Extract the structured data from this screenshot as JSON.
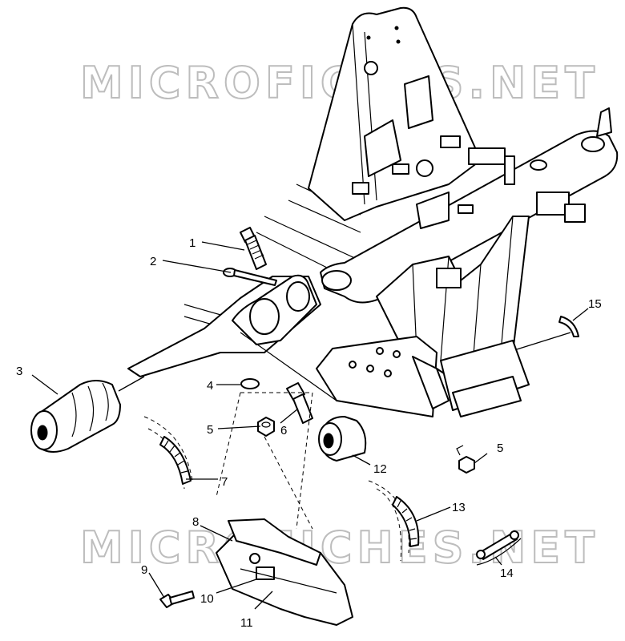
{
  "watermark": {
    "text": "MICROFICHES.NET"
  },
  "callouts": [
    {
      "id": "1",
      "label": "1"
    },
    {
      "id": "2",
      "label": "2"
    },
    {
      "id": "3",
      "label": "3"
    },
    {
      "id": "4",
      "label": "4"
    },
    {
      "id": "5a",
      "label": "5"
    },
    {
      "id": "5b",
      "label": "5"
    },
    {
      "id": "6",
      "label": "6"
    },
    {
      "id": "7",
      "label": "7"
    },
    {
      "id": "8",
      "label": "8"
    },
    {
      "id": "9",
      "label": "9"
    },
    {
      "id": "10",
      "label": "10"
    },
    {
      "id": "11",
      "label": "11"
    },
    {
      "id": "12",
      "label": "12"
    },
    {
      "id": "13",
      "label": "13"
    },
    {
      "id": "14",
      "label": "14"
    },
    {
      "id": "15",
      "label": "15"
    }
  ]
}
